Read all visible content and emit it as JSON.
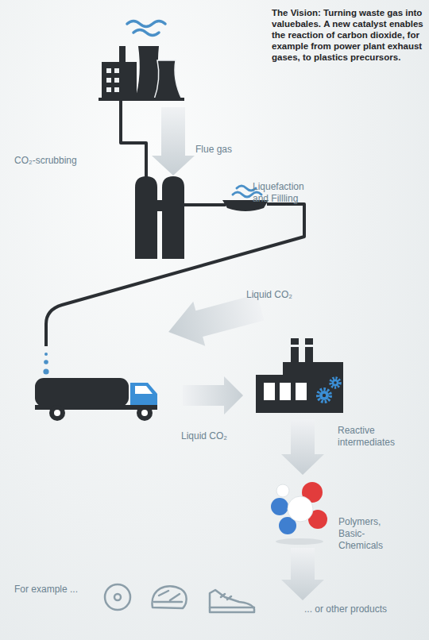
{
  "diagram": {
    "title": "The Vision: Turning waste gas into valuebales.",
    "labels": [
      "A new catalyst enables the reaction of carbon dioxide, for example from power plant exhaust gases, to plastics precursors.",
      "CO₂-scrubbing",
      "Flue gas",
      "Liquefaction and Fillling",
      "Liquid CO₂",
      "Liquid CO₂",
      "Reactive intermediates",
      "Polymers, Basic-Chemicals",
      "For example ...",
      "... or other products"
    ]
  }
}
